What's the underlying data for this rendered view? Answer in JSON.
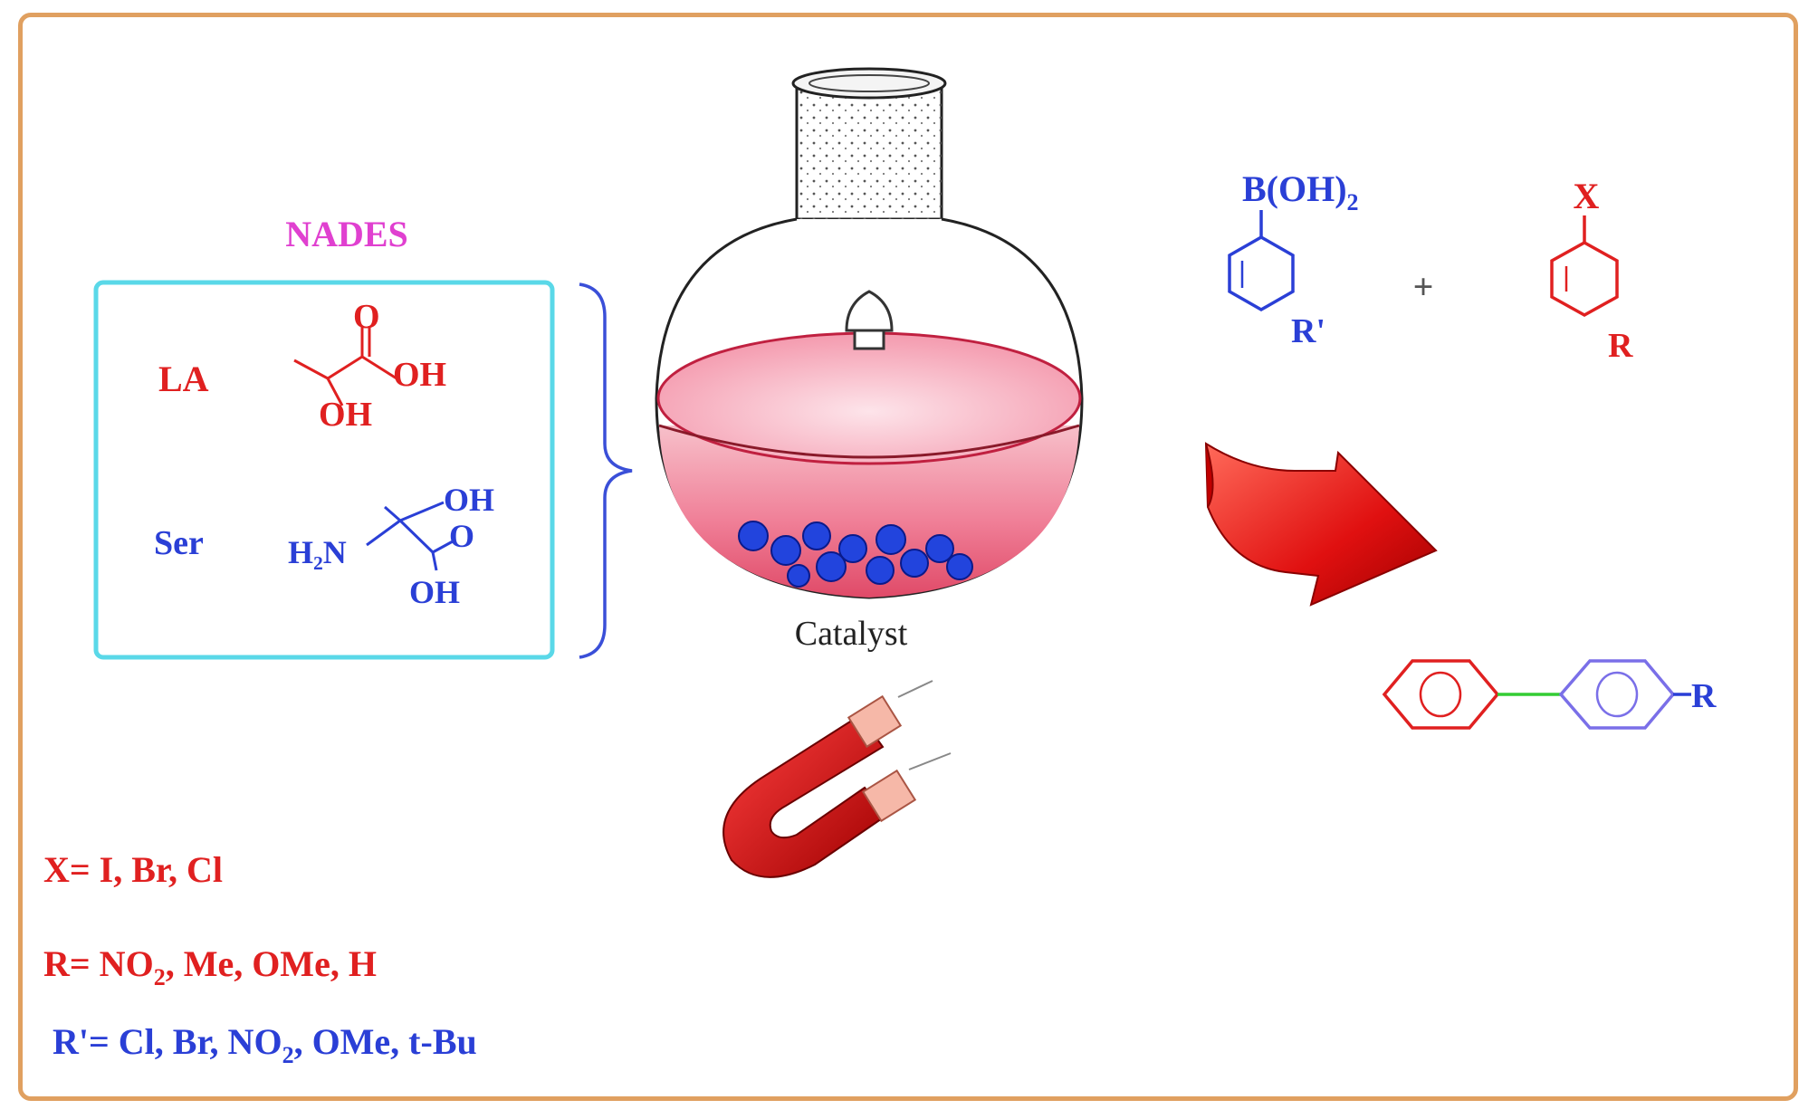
{
  "nades": {
    "title": "NADES",
    "la_label": "LA",
    "ser_label": "Ser",
    "la_structure": {
      "o": "O",
      "oh1": "OH",
      "oh2": "OH"
    },
    "ser_structure": {
      "oh_top": "OH",
      "o": "O",
      "oh_bottom": "OH",
      "amine": "H₂N"
    }
  },
  "flask": {
    "catalyst_label": "Catalyst"
  },
  "reactants": {
    "boronic_acid": {
      "group": "B(OH)",
      "subscript": "2",
      "substituent": "R'"
    },
    "plus": "+",
    "aryl_halide": {
      "group": "X",
      "substituent": "R"
    }
  },
  "product": {
    "substituent": "R"
  },
  "legend": {
    "x_line": "X= I, Br, Cl",
    "r_line_prefix": "R= NO",
    "r_line_sub": "2",
    "r_line_suffix": ", Me, OMe, H",
    "rp_line_prefix": "R'= Cl, Br, NO",
    "rp_line_sub": "2",
    "rp_line_suffix": ", OMe, t-Bu"
  },
  "colors": {
    "frame": "#e0a060",
    "nades_title": "#e040d0",
    "box_border": "#5ad8e8",
    "red_text": "#e02020",
    "blue_text": "#2a3fd6",
    "liquid": "#f07a8c",
    "catalyst": "#2244dd",
    "green_bond": "#33cc33"
  }
}
